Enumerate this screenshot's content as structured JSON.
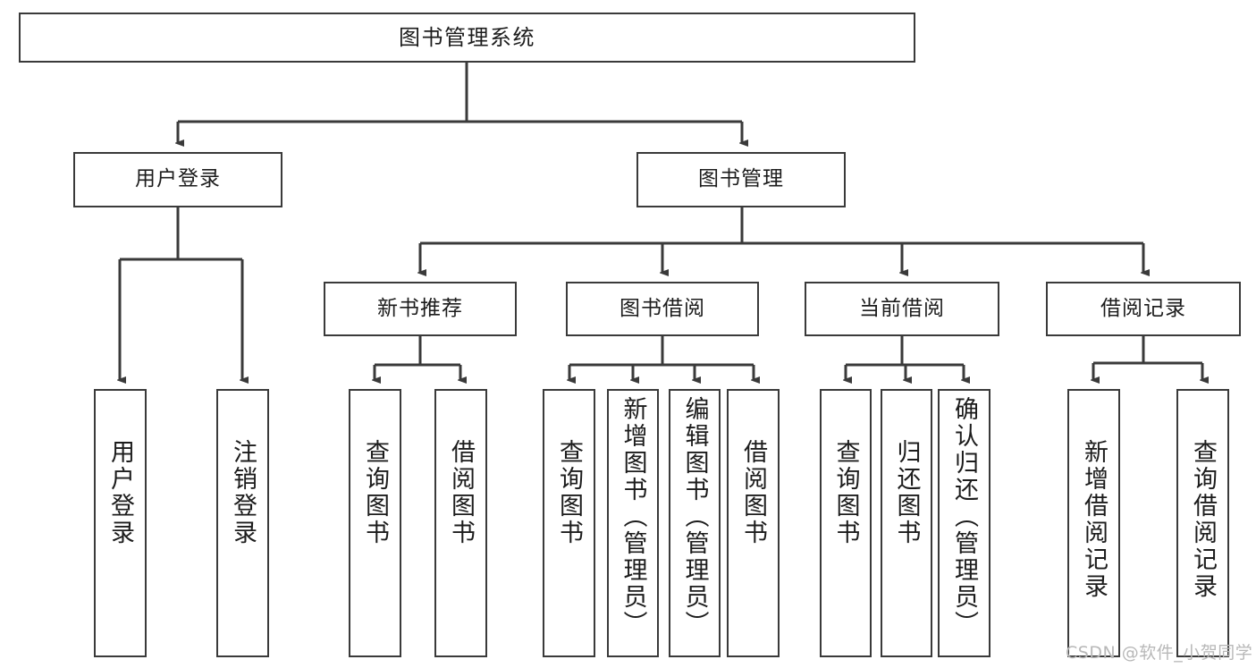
{
  "diagram": {
    "title": "图书管理系统",
    "root": {
      "label": "图书管理系统"
    },
    "level1": [
      {
        "label": "用户登录"
      },
      {
        "label": "图书管理"
      }
    ],
    "level2": [
      {
        "label": "新书推荐"
      },
      {
        "label": "图书借阅"
      },
      {
        "label": "当前借阅"
      },
      {
        "label": "借阅记录"
      }
    ],
    "leaves": {
      "user_login": [
        {
          "label": "用户登录"
        },
        {
          "label": "注销登录"
        }
      ],
      "new_book_recommend": [
        {
          "label": "查询图书"
        },
        {
          "label": "借阅图书"
        }
      ],
      "book_borrow": [
        {
          "label": "查询图书"
        },
        {
          "label": "新增图书（管理员）"
        },
        {
          "label": "编辑图书（管理员）"
        },
        {
          "label": "借阅图书"
        }
      ],
      "current_borrow": [
        {
          "label": "查询图书"
        },
        {
          "label": "归还图书"
        },
        {
          "label": "确认归还（管理员）"
        }
      ],
      "borrow_record": [
        {
          "label": "新增借阅记录"
        },
        {
          "label": "查询借阅记录"
        }
      ]
    }
  },
  "watermark": {
    "text": "CSDN @软件_小贺同学"
  },
  "colors": {
    "stroke": "#3a3a3a",
    "text": "#1c1c1c",
    "background": "#ffffff",
    "watermark": "#b8b8b8"
  }
}
